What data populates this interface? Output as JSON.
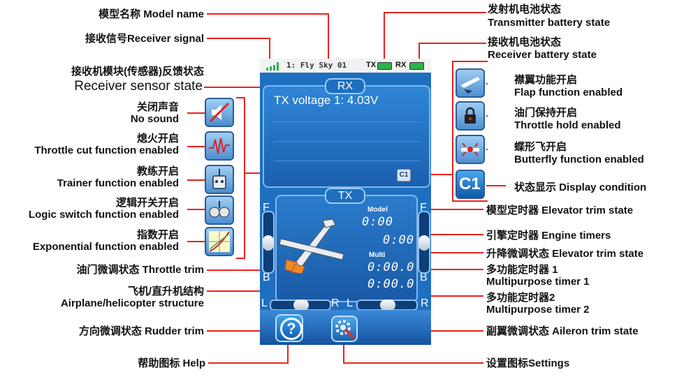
{
  "labels": {
    "model_name": "模型名称 Model name",
    "receiver_signal": "接收信号Receiver signal",
    "receiver_sensor_cn": "接收机模块(传感器)反馈状态",
    "receiver_sensor_en": "Receiver sensor state",
    "no_sound_cn": "关闭声音",
    "no_sound_en": "No sound",
    "throttle_cut_cn": "熄火开启",
    "throttle_cut_en": "Throttle cut function enabled",
    "trainer_cn": "教练开启",
    "trainer_en": "Trainer function enabled",
    "logic_switch_cn": "逻辑开关开启",
    "logic_switch_en": "Logic switch function enabled",
    "exponential_cn": "指数开启",
    "exponential_en": "Exponential function enabled",
    "throttle_trim": "油门微调状态 Throttle trim",
    "structure_cn": "飞机/直升机结构",
    "structure_en": "Airplane/helicopter structure",
    "rudder_trim": "方向微调状态 Rudder trim",
    "help": "帮助图标 Help",
    "tx_battery_cn": "发射机电池状态",
    "tx_battery_en": "Transmitter battery state",
    "rx_battery_cn": "接收机电池状态",
    "rx_battery_en": "Receiver battery state",
    "flap_cn": "襟翼功能开启",
    "flap_en": "Flap function enabled",
    "throttle_hold_cn": "油门保持开启",
    "throttle_hold_en": "Throttle hold enabled",
    "butterfly_cn": "蝶形飞开启",
    "butterfly_en": "Butterfly function enabled",
    "display_condition": "状态显示 Display condition",
    "model_timer": "模型定时器 Elevator trim state",
    "engine_timers": "引擎定时器 Engine timers",
    "elevator_trim": "升降微调状态 Elevator trim state",
    "multi_timer1_cn": "多功能定时器 1",
    "multi_timer1_en": "Multipurpose timer 1",
    "multi_timer2_cn": "多功能定时器2",
    "multi_timer2_en": "Multipurpose timer 2",
    "aileron_trim": "副翼微调状态 Aileron trim state",
    "settings": "设置图标Settings"
  },
  "screen": {
    "model_text": "1: Fly Sky 01",
    "tx_badge": "TX",
    "rx_badge": "RX",
    "rx_title": "RX",
    "tx_voltage": "TX voltage 1: 4.03V",
    "tx_title": "TX",
    "model_timer_label": "Model",
    "model_timer_value": "0:00",
    "engine_timer_value": "0:00",
    "multi_label": "Multi",
    "multi_timer1_value": "0:00.0",
    "multi_timer2_value": "0:00.0",
    "f_left": "F",
    "b_left": "B",
    "f_right": "F",
    "b_right": "B",
    "l_left": "L",
    "r_left": "R",
    "l_right": "L",
    "r_right": "R",
    "c1_small": "C1",
    "c1_big": "C1",
    "help_glyph": "?"
  },
  "colors": {
    "screen_blue": "#1e6fc0",
    "leader_red": "#e8231e",
    "battery_green": "#2db34a"
  },
  "icons": [
    "mute-icon",
    "throttle-cut-icon",
    "trainer-icon",
    "logic-switch-icon",
    "exponential-icon",
    "flap-icon",
    "throttle-hold-icon",
    "butterfly-icon",
    "display-condition-icon",
    "help-icon",
    "settings-icon",
    "airplane-icon",
    "signal-icon",
    "battery-icon"
  ]
}
